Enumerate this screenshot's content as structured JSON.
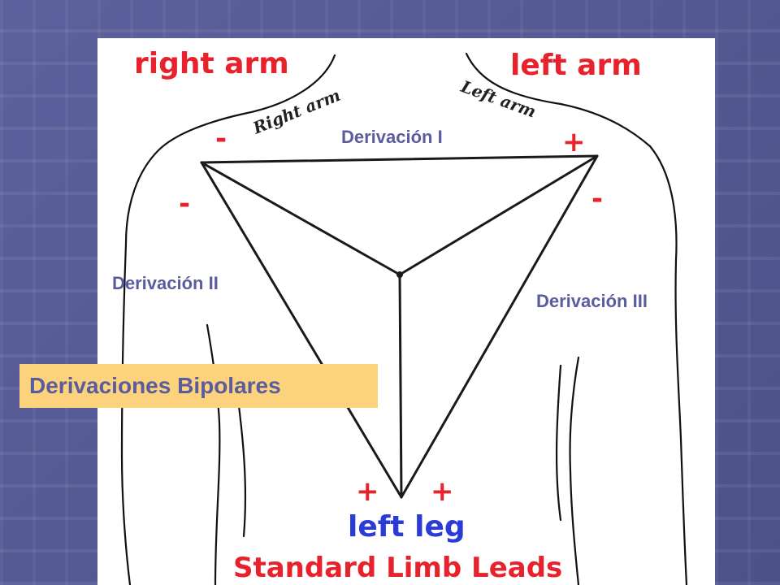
{
  "diagram": {
    "right_arm_label": "right arm",
    "left_arm_label": "left arm",
    "right_arm_sketch": "Right arm",
    "left_arm_sketch": "Left arm",
    "left_leg_label": "left leg",
    "caption": "Standard Limb Leads",
    "lead_I": "Derivación I",
    "lead_II": "Derivación II",
    "lead_III": "Derivación III",
    "minus_sign": "-",
    "plus_sign": "+"
  },
  "banner": {
    "text": "Derivaciones Bipolares"
  },
  "colors": {
    "background": "#565a94",
    "label_blue": "#5a5c9e",
    "banner_fill": "#fdd27c",
    "marker_red": "#e8222c",
    "marker_blue": "#2a3bd6"
  }
}
